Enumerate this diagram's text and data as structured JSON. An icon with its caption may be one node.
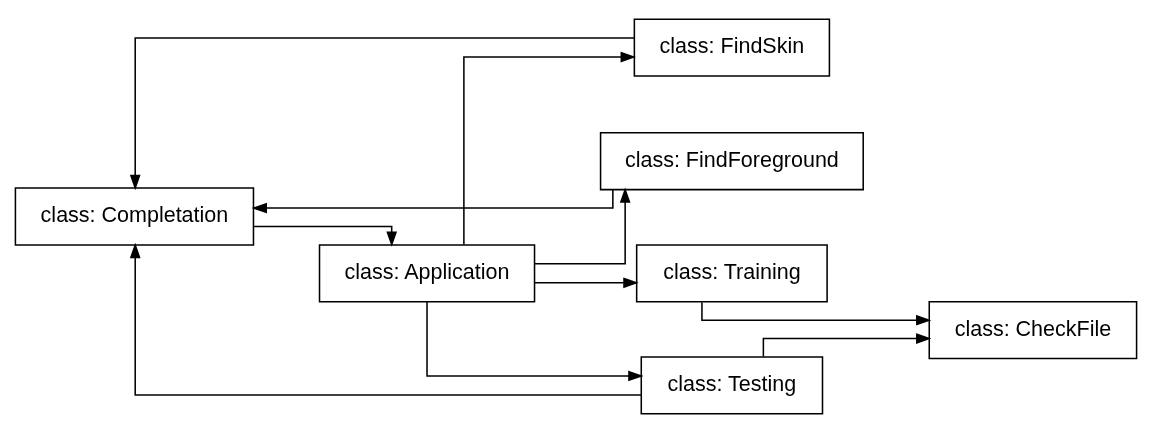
{
  "diagram": {
    "nodes": [
      {
        "text": [
          "class: Completation"
        ]
      },
      {
        "text": [
          "class: FindSkin"
        ]
      },
      {
        "text": [
          "class: FindForeground"
        ]
      },
      {
        "text": [
          "class: Application"
        ]
      },
      {
        "text": [
          "class: Training"
        ]
      },
      {
        "text": [
          "class: CheckFile"
        ]
      },
      {
        "text": [
          "class: Testing"
        ]
      }
    ],
    "edges": [
      {
        "from": 0,
        "to": 3,
        "arrow": "to"
      },
      {
        "from": 3,
        "to": 1,
        "arrow": "to"
      },
      {
        "from": 3,
        "to": 2,
        "arrow": "to"
      },
      {
        "from": 1,
        "to": 0,
        "arrow": "to"
      },
      {
        "from": 2,
        "to": 0,
        "arrow": "to"
      },
      {
        "from": 3,
        "to": 4,
        "arrow": "to"
      },
      {
        "from": 3,
        "to": 6,
        "arrow": "to"
      },
      {
        "from": 4,
        "to": 5,
        "arrow": "to"
      },
      {
        "from": 6,
        "to": 5,
        "arrow": "to"
      },
      {
        "from": 6,
        "to": 0,
        "arrow": "to"
      }
    ]
  }
}
